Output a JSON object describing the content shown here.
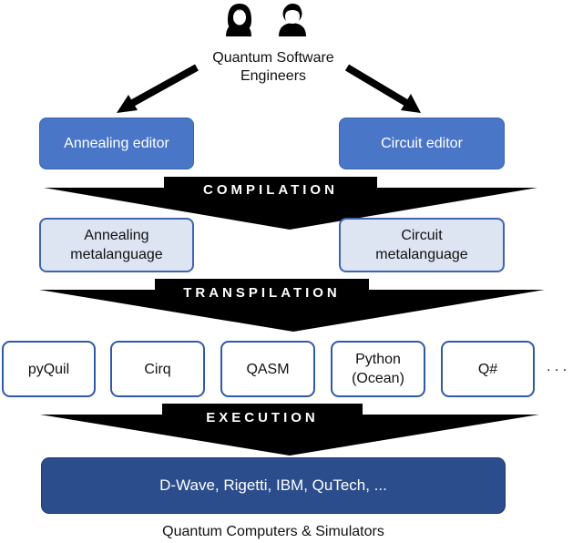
{
  "users": {
    "icons": [
      "female-engineer-icon",
      "male-engineer-icon"
    ],
    "label_line1": "Quantum Software",
    "label_line2": "Engineers"
  },
  "editors": {
    "annealing": "Annealing editor",
    "circuit": "Circuit editor"
  },
  "stages": {
    "compilation": "COMPILATION",
    "transpilation": "TRANSPILATION",
    "execution": "EXECUTION"
  },
  "metalanguages": {
    "annealing_line1": "Annealing",
    "annealing_line2": "metalanguage",
    "circuit_line1": "Circuit",
    "circuit_line2": "metalanguage"
  },
  "languages": [
    {
      "line1": "pyQuil",
      "line2": ""
    },
    {
      "line1": "Cirq",
      "line2": ""
    },
    {
      "line1": "QASM",
      "line2": ""
    },
    {
      "line1": "Python",
      "line2": "(Ocean)"
    },
    {
      "line1": "Q#",
      "line2": ""
    }
  ],
  "languages_more": ". . .",
  "targets": {
    "providers": "D-Wave, Rigetti, IBM, QuTech,  ...",
    "caption": "Quantum Computers & Simulators"
  },
  "colors": {
    "editor_fill": "#4a76c8",
    "metalanguage_fill": "#dde4f2",
    "box_border": "#2f5aa8",
    "target_fill": "#2b4d8c",
    "stage_arrow": "#000000"
  }
}
